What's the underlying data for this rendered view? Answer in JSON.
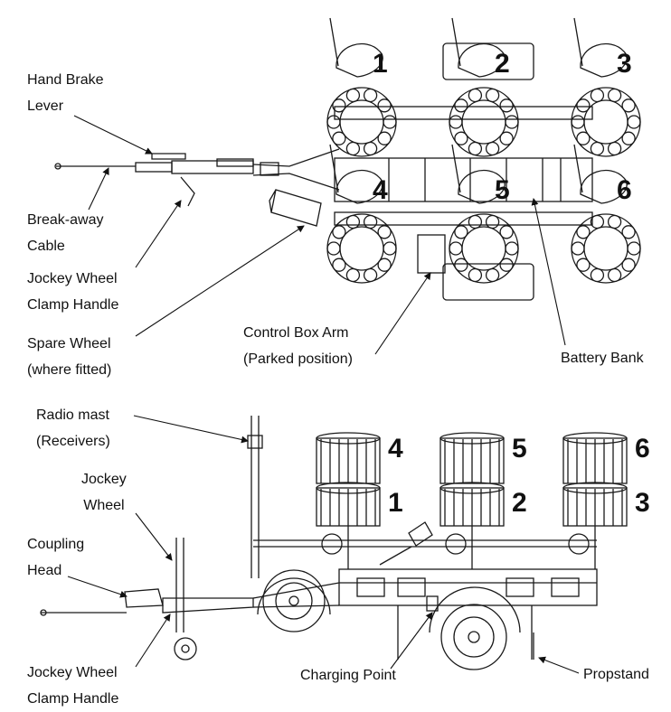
{
  "top_view": {
    "labels": {
      "hand_brake_lever": [
        "Hand Brake",
        "Lever"
      ],
      "breakaway_cable": [
        "Break-away",
        "Cable"
      ],
      "jockey_wheel_clamp_handle": [
        "Jockey Wheel",
        "Clamp Handle"
      ],
      "spare_wheel": [
        "Spare Wheel",
        "(where fitted)"
      ],
      "control_box_arm": [
        "Control Box Arm",
        "(Parked position)"
      ],
      "battery_bank": [
        "Battery Bank"
      ]
    },
    "carousel_numbers": [
      "1",
      "2",
      "3",
      "4",
      "5",
      "6"
    ]
  },
  "side_view": {
    "labels": {
      "radio_mast": [
        "Radio mast",
        "(Receivers)"
      ],
      "jockey_wheel": [
        "Jockey",
        "Wheel"
      ],
      "coupling_head": [
        "Coupling",
        "Head"
      ],
      "jockey_wheel_clamp_handle": [
        "Jockey Wheel",
        "Clamp Handle"
      ],
      "charging_point": [
        "Charging Point"
      ],
      "propstand": [
        "Propstand"
      ]
    },
    "carousel_numbers": [
      "4",
      "5",
      "6",
      "1",
      "2",
      "3"
    ]
  }
}
